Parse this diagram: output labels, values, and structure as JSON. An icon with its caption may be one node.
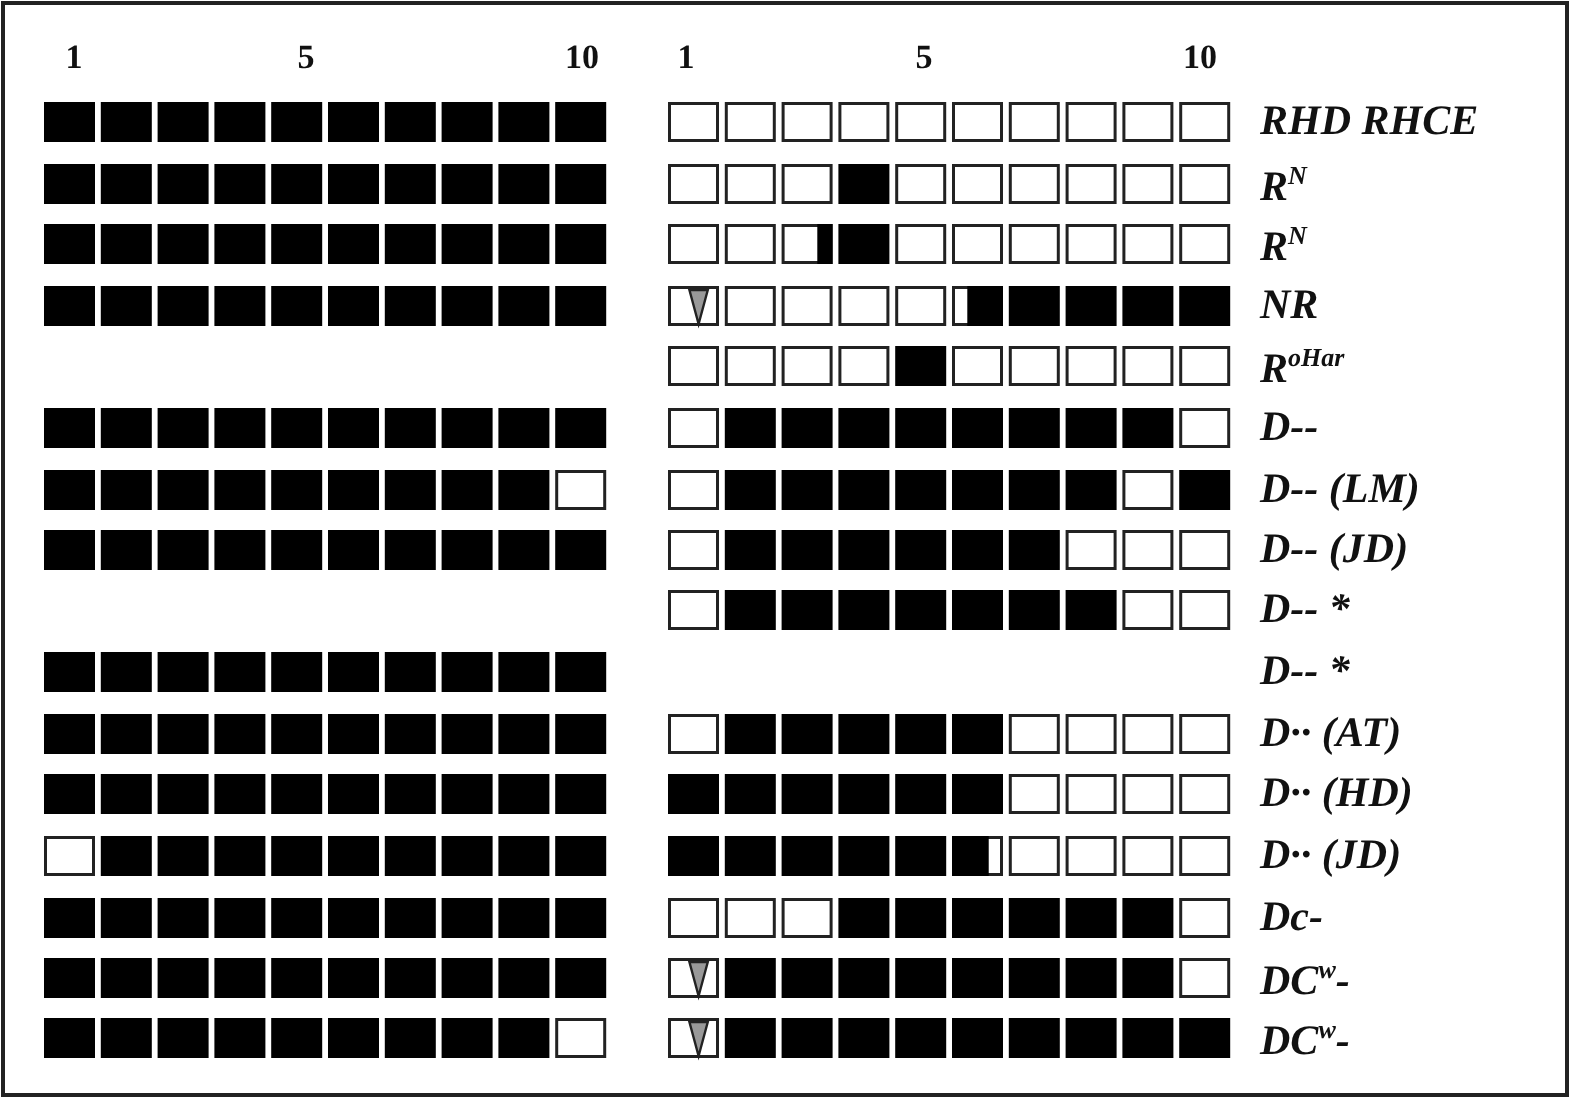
{
  "diagram": {
    "labels": [
      "1",
      "5",
      "10",
      "1",
      "5",
      "10",
      "RHD RHCE",
      "R$^{N}$",
      "R$^{N}$",
      "NR",
      "R$^{oHar}$",
      "D--",
      "*D--* (LM)",
      "*D--* (JD)",
      "*D--* *",
      "*D--* *",
      "*D··* (AT)",
      "*D··* (HD)",
      "*D··* (JD)",
      "Dc-",
      "DC$^{w}$-",
      "DC$^{w}$-"
    ]
  }
}
